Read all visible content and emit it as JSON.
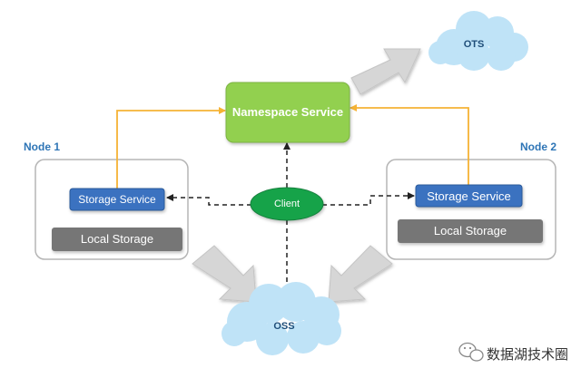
{
  "nodes": {
    "node1": {
      "title": "Node 1",
      "storage_service": "Storage Service",
      "local_storage": "Local Storage"
    },
    "node2": {
      "title": "Node 2",
      "storage_service": "Storage Service",
      "local_storage": "Local Storage"
    }
  },
  "namespace_service": "Namespace Service",
  "client": "Client",
  "clouds": {
    "ots": "OTS",
    "oss": "OSS"
  },
  "watermark": {
    "text": "数据湖技术圈",
    "icon": "wechat-icon"
  },
  "colors": {
    "namespace_fill": "#92d050",
    "storage_fill": "#3a72c0",
    "local_fill": "#767676",
    "client_fill": "#16a34a",
    "cloud_fill": "#bfe3f7",
    "orange_line": "#f5b335",
    "gray_arrow": "#d6d6d6",
    "node_title": "#2e75b6"
  }
}
